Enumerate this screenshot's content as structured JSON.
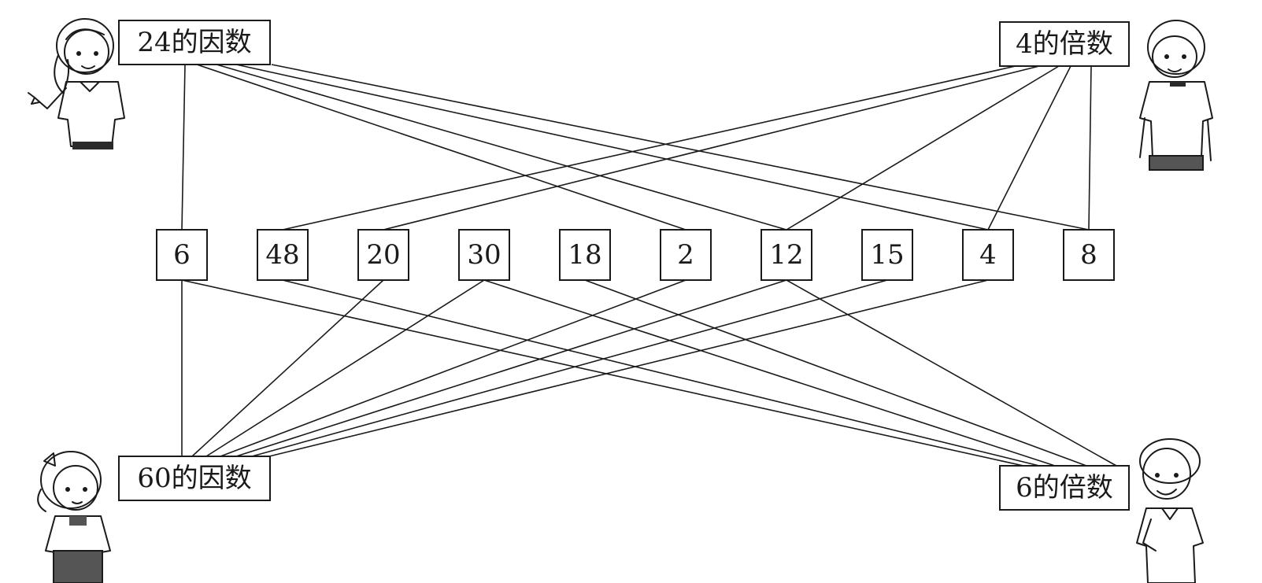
{
  "categories": {
    "factors_24": "24的因数",
    "multiples_4": "4的倍数",
    "factors_60": "60的因数",
    "multiples_6": "6的倍数"
  },
  "numbers": [
    "6",
    "48",
    "20",
    "30",
    "18",
    "2",
    "12",
    "15",
    "4",
    "8"
  ],
  "links": {
    "factors_24": [
      "6",
      "2",
      "12",
      "4",
      "8"
    ],
    "multiples_4": [
      "48",
      "20",
      "12",
      "4",
      "8"
    ],
    "factors_60": [
      "6",
      "20",
      "30",
      "2",
      "12",
      "15",
      "4"
    ],
    "multiples_6": [
      "6",
      "48",
      "30",
      "18",
      "12"
    ]
  },
  "characters": [
    "girl-waving",
    "boy-standing",
    "girl-with-bow",
    "boy-smiling"
  ]
}
